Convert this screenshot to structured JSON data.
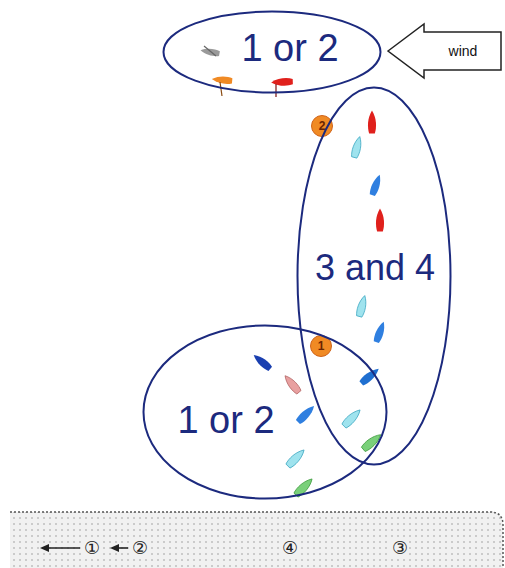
{
  "diagram": {
    "nodes": [
      {
        "text": [
          "1 or 2"
        ]
      },
      {
        "text": [
          "wind"
        ]
      },
      {
        "text": [
          "2"
        ]
      },
      {
        "text": [
          "3 and 4"
        ]
      },
      {
        "text": [
          "1"
        ]
      },
      {
        "text": [
          "1 or 2"
        ]
      }
    ],
    "labels": [
      "①",
      "②",
      "④",
      "③"
    ]
  }
}
